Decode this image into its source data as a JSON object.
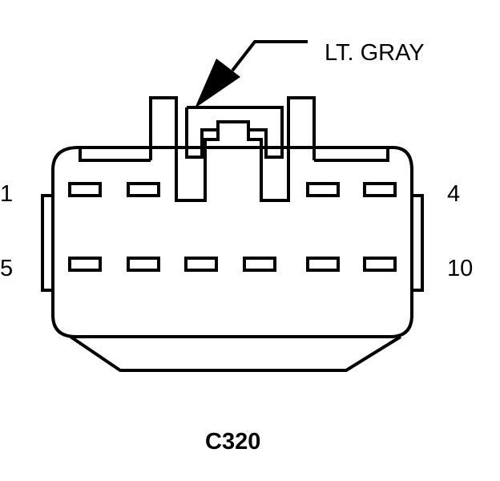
{
  "diagram": {
    "color_label": "LT. GRAY",
    "connector_id": "C320",
    "pin_labels": {
      "top_left": "1",
      "top_right": "4",
      "bottom_left": "5",
      "bottom_right": "10"
    },
    "colors": {
      "stroke": "#000000",
      "background": "#ffffff"
    }
  }
}
